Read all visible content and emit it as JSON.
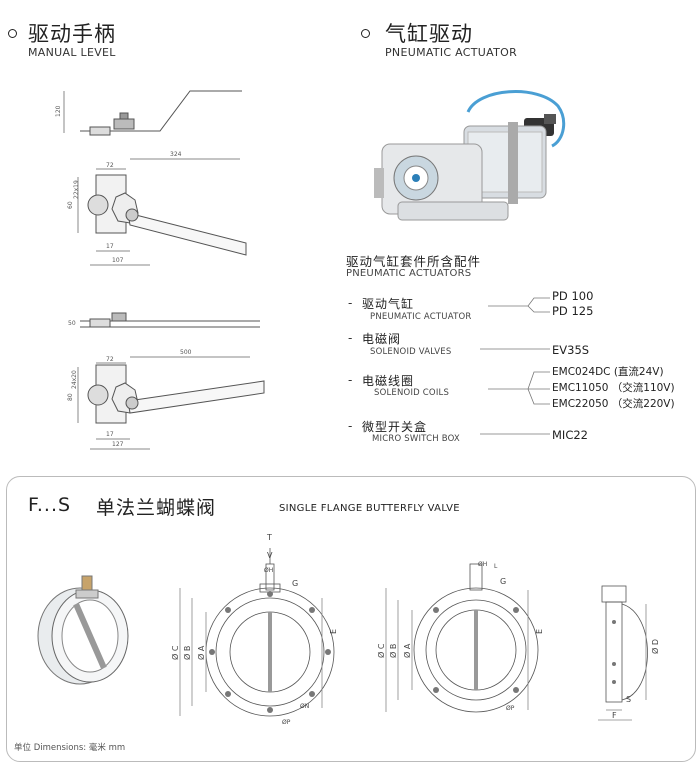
{
  "manual": {
    "title_cn": "驱动手柄",
    "title_en": "MANUAL LEVEL"
  },
  "pneumatic": {
    "title_cn": "气缸驱动",
    "title_en": "PNEUMATIC ACTUATOR"
  },
  "accessories": {
    "title_cn": "驱动气缸套件所含配件",
    "title_en": "PNEUMATIC ACTUATORS",
    "items": [
      {
        "dash": "-",
        "cn": "驱动气缸",
        "en": "PNEUMATIC ACTUATOR",
        "codes": [
          "PD 100",
          "PD 125"
        ]
      },
      {
        "dash": "-",
        "cn": "电磁阀",
        "en": "SOLENOID VALVES",
        "codes": [
          "EV35S"
        ]
      },
      {
        "dash": "-",
        "cn": "电磁线圈",
        "en": "SOLENOID COILS",
        "codes": [
          "EMC024DC (直流24V)",
          "EMC11050 （交流110V)",
          "EMC22050 （交流220V)"
        ]
      },
      {
        "dash": "-",
        "cn": "微型开关盒",
        "en": "MICRO SWITCH BOX",
        "codes": [
          "MIC22"
        ]
      }
    ]
  },
  "manual_dims": {
    "top": {
      "d120": "120",
      "d324": "324",
      "d72": "72",
      "d22x19": "22x19",
      "d60": "60",
      "d17": "17",
      "d107": "107"
    },
    "bottom": {
      "d50": "50",
      "d500": "500",
      "d72": "72",
      "d24x20": "24x20",
      "d80": "80",
      "d17": "17",
      "d127": "127"
    }
  },
  "valve": {
    "code": "F...S",
    "title_cn": "单法兰蝴蝶阀",
    "title_en": "SINGLE FLANGE BUTTERFLY VALVE",
    "labels": {
      "T": "T",
      "V": "V",
      "OH": "ØH",
      "G": "G",
      "OC": "Ø C",
      "OB": "Ø B",
      "OA": "Ø A",
      "E": "E",
      "OP": "ØP",
      "ON": "ØN",
      "OD": "Ø D",
      "S": "S",
      "F": "F",
      "L": "L"
    }
  },
  "footer": {
    "dimensions": "单位 Dimensions:  毫米 mm"
  },
  "colors": {
    "line": "#555555",
    "dim": "#777777",
    "tube": "#4a9fd4",
    "cylinder": "#d8dde2"
  }
}
